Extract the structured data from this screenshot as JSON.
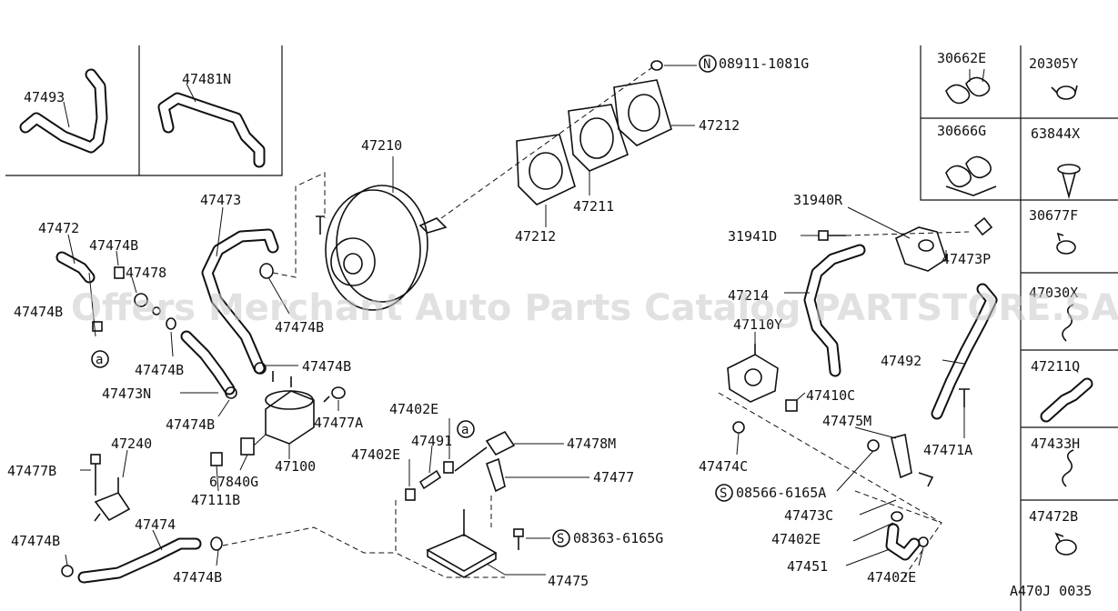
{
  "watermark": "Offers Merchant Auto Parts Catalog PARTSTORE.SA",
  "diagram_code": "A470J 0035",
  "parts": {
    "p47493": "47493",
    "p47481N": "47481N",
    "p08911": "08911-1081G",
    "p47212a": "47212",
    "p47210": "47210",
    "p47211": "47211",
    "p47212b": "47212",
    "p47473": "47473",
    "p47472": "47472",
    "p47474B_1": "47474B",
    "p47478": "47478",
    "p47474B_2": "47474B",
    "p47474B_3": "47474B",
    "p47474B_4": "47474B",
    "p47474B_5": "47474B",
    "p47473N": "47473N",
    "p47474B_6": "47474B",
    "p47477A": "47477A",
    "p47100": "47100",
    "p67840G": "67840G",
    "p47111B": "47111B",
    "p47240": "47240",
    "p47477B": "47477B",
    "p47474": "47474",
    "p47474B_7": "47474B",
    "p47474B_8": "47474B",
    "p47402E_1": "47402E",
    "p47491": "47491",
    "p47402E_2": "47402E",
    "p47478M": "47478M",
    "p47477": "47477",
    "p08363": "08363-6165G",
    "p47475": "47475",
    "p31940R": "31940R",
    "p31941D": "31941D",
    "p47473P": "47473P",
    "p47214": "47214",
    "p47110Y": "47110Y",
    "p47492": "47492",
    "p47410C": "47410C",
    "p47475M": "47475M",
    "p47471A": "47471A",
    "p47474C": "47474C",
    "p08566": "08566-6165A",
    "p47473C": "47473C",
    "p47402E_3": "47402E",
    "p47451": "47451",
    "p47402E_4": "47402E"
  },
  "markers": {
    "s_circle": "S",
    "n_circle": "N",
    "a_circle": "a"
  },
  "side_table": [
    {
      "code": "30662E"
    },
    {
      "code": "20305Y"
    },
    {
      "code": "30666G"
    },
    {
      "code": "63844X"
    },
    {
      "code": "30677F"
    },
    {
      "code": "47030X"
    },
    {
      "code": "47211Q"
    },
    {
      "code": "47433H"
    },
    {
      "code": "47472B"
    }
  ]
}
